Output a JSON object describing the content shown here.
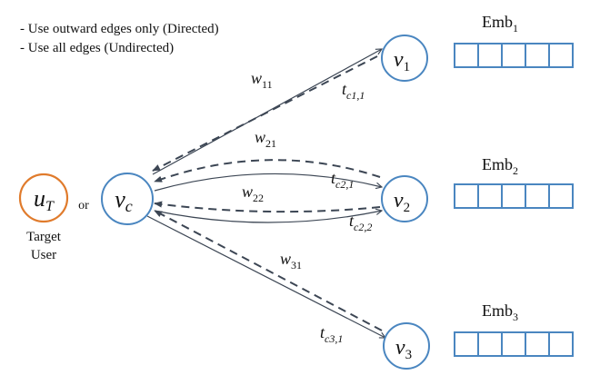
{
  "legend": [
    "- Use outward edges only (Directed)",
    "- Use all edges (Undirected)"
  ],
  "target": {
    "symbol": "u",
    "subscript": "T",
    "caption_line1": "Target",
    "caption_line2": "User",
    "color": "#e07b2c"
  },
  "connector": "or",
  "center": {
    "symbol": "v",
    "subscript": "c",
    "color": "#4a86c0"
  },
  "neighbors": [
    {
      "symbol": "v",
      "subscript": "1",
      "emb_base": "Emb",
      "emb_sub": "1",
      "emb_cells": 5
    },
    {
      "symbol": "v",
      "subscript": "2",
      "emb_base": "Emb",
      "emb_sub": "2",
      "emb_cells": 5
    },
    {
      "symbol": "v",
      "subscript": "3",
      "emb_base": "Emb",
      "emb_sub": "3",
      "emb_cells": 5
    }
  ],
  "edge_labels": {
    "w11": {
      "base": "w",
      "sub": "11"
    },
    "tc11": {
      "base": "t",
      "sub": "c1,1"
    },
    "w21": {
      "base": "w",
      "sub": "21"
    },
    "tc21": {
      "base": "t",
      "sub": "c2,1"
    },
    "w22": {
      "base": "w",
      "sub": "22"
    },
    "tc22": {
      "base": "t",
      "sub": "c2,2"
    },
    "w31": {
      "base": "w",
      "sub": "31"
    },
    "tc31": {
      "base": "t",
      "sub": "c3,1"
    }
  },
  "colors": {
    "node_stroke": "#4a86c0",
    "target_stroke": "#e07b2c",
    "edge": "#3c4654",
    "emb": "#4a86c0"
  }
}
